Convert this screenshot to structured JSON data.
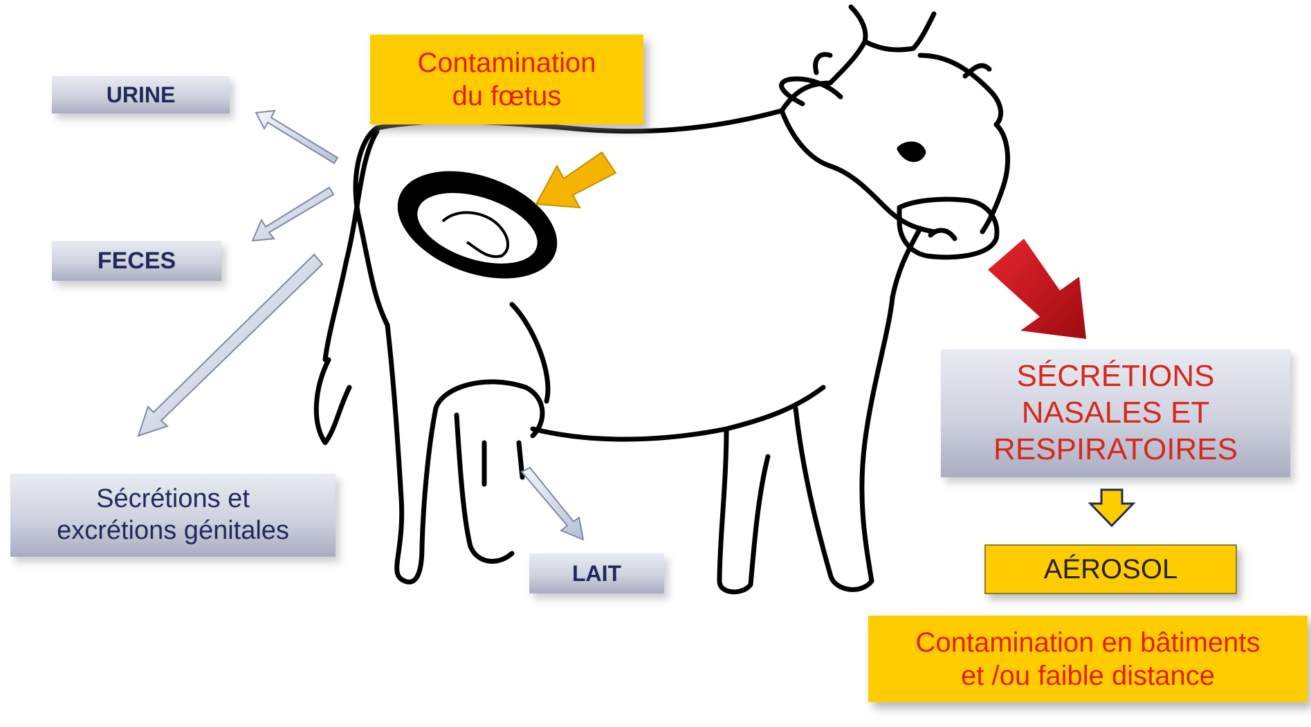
{
  "labels": {
    "urine": "URINE",
    "feces": "FECES",
    "genital": "Sécrétions et\nexcrétions génitales",
    "lait": "LAIT",
    "foetus": "Contamination\ndu fœtus",
    "nasal": "SÉCRÉTIONS\nNASALES ET\nRESPIRATOIRES",
    "aerosol": "AÉROSOL",
    "batiments": "Contamination en bâtiments\net /ou faible distance"
  },
  "colors": {
    "grey_box_text": "#1f2a5a",
    "yellow_box": "#ffcc00",
    "red_text": "#e81c0c",
    "nasal_arrow": "#c8101a",
    "foetus_arrow": "#f4b400",
    "excretion_arrows": "#c9d1e3"
  },
  "icons": {
    "cow": "cow-outline-illustration",
    "uterus": "uterus-with-fetus",
    "excretion_arrows": "light-blue-arrows",
    "nasal_arrow": "red-diagonal-arrow",
    "aerosol_arrow": "yellow-down-arrow",
    "foetus_arrow": "yellow-diagonal-arrow"
  }
}
